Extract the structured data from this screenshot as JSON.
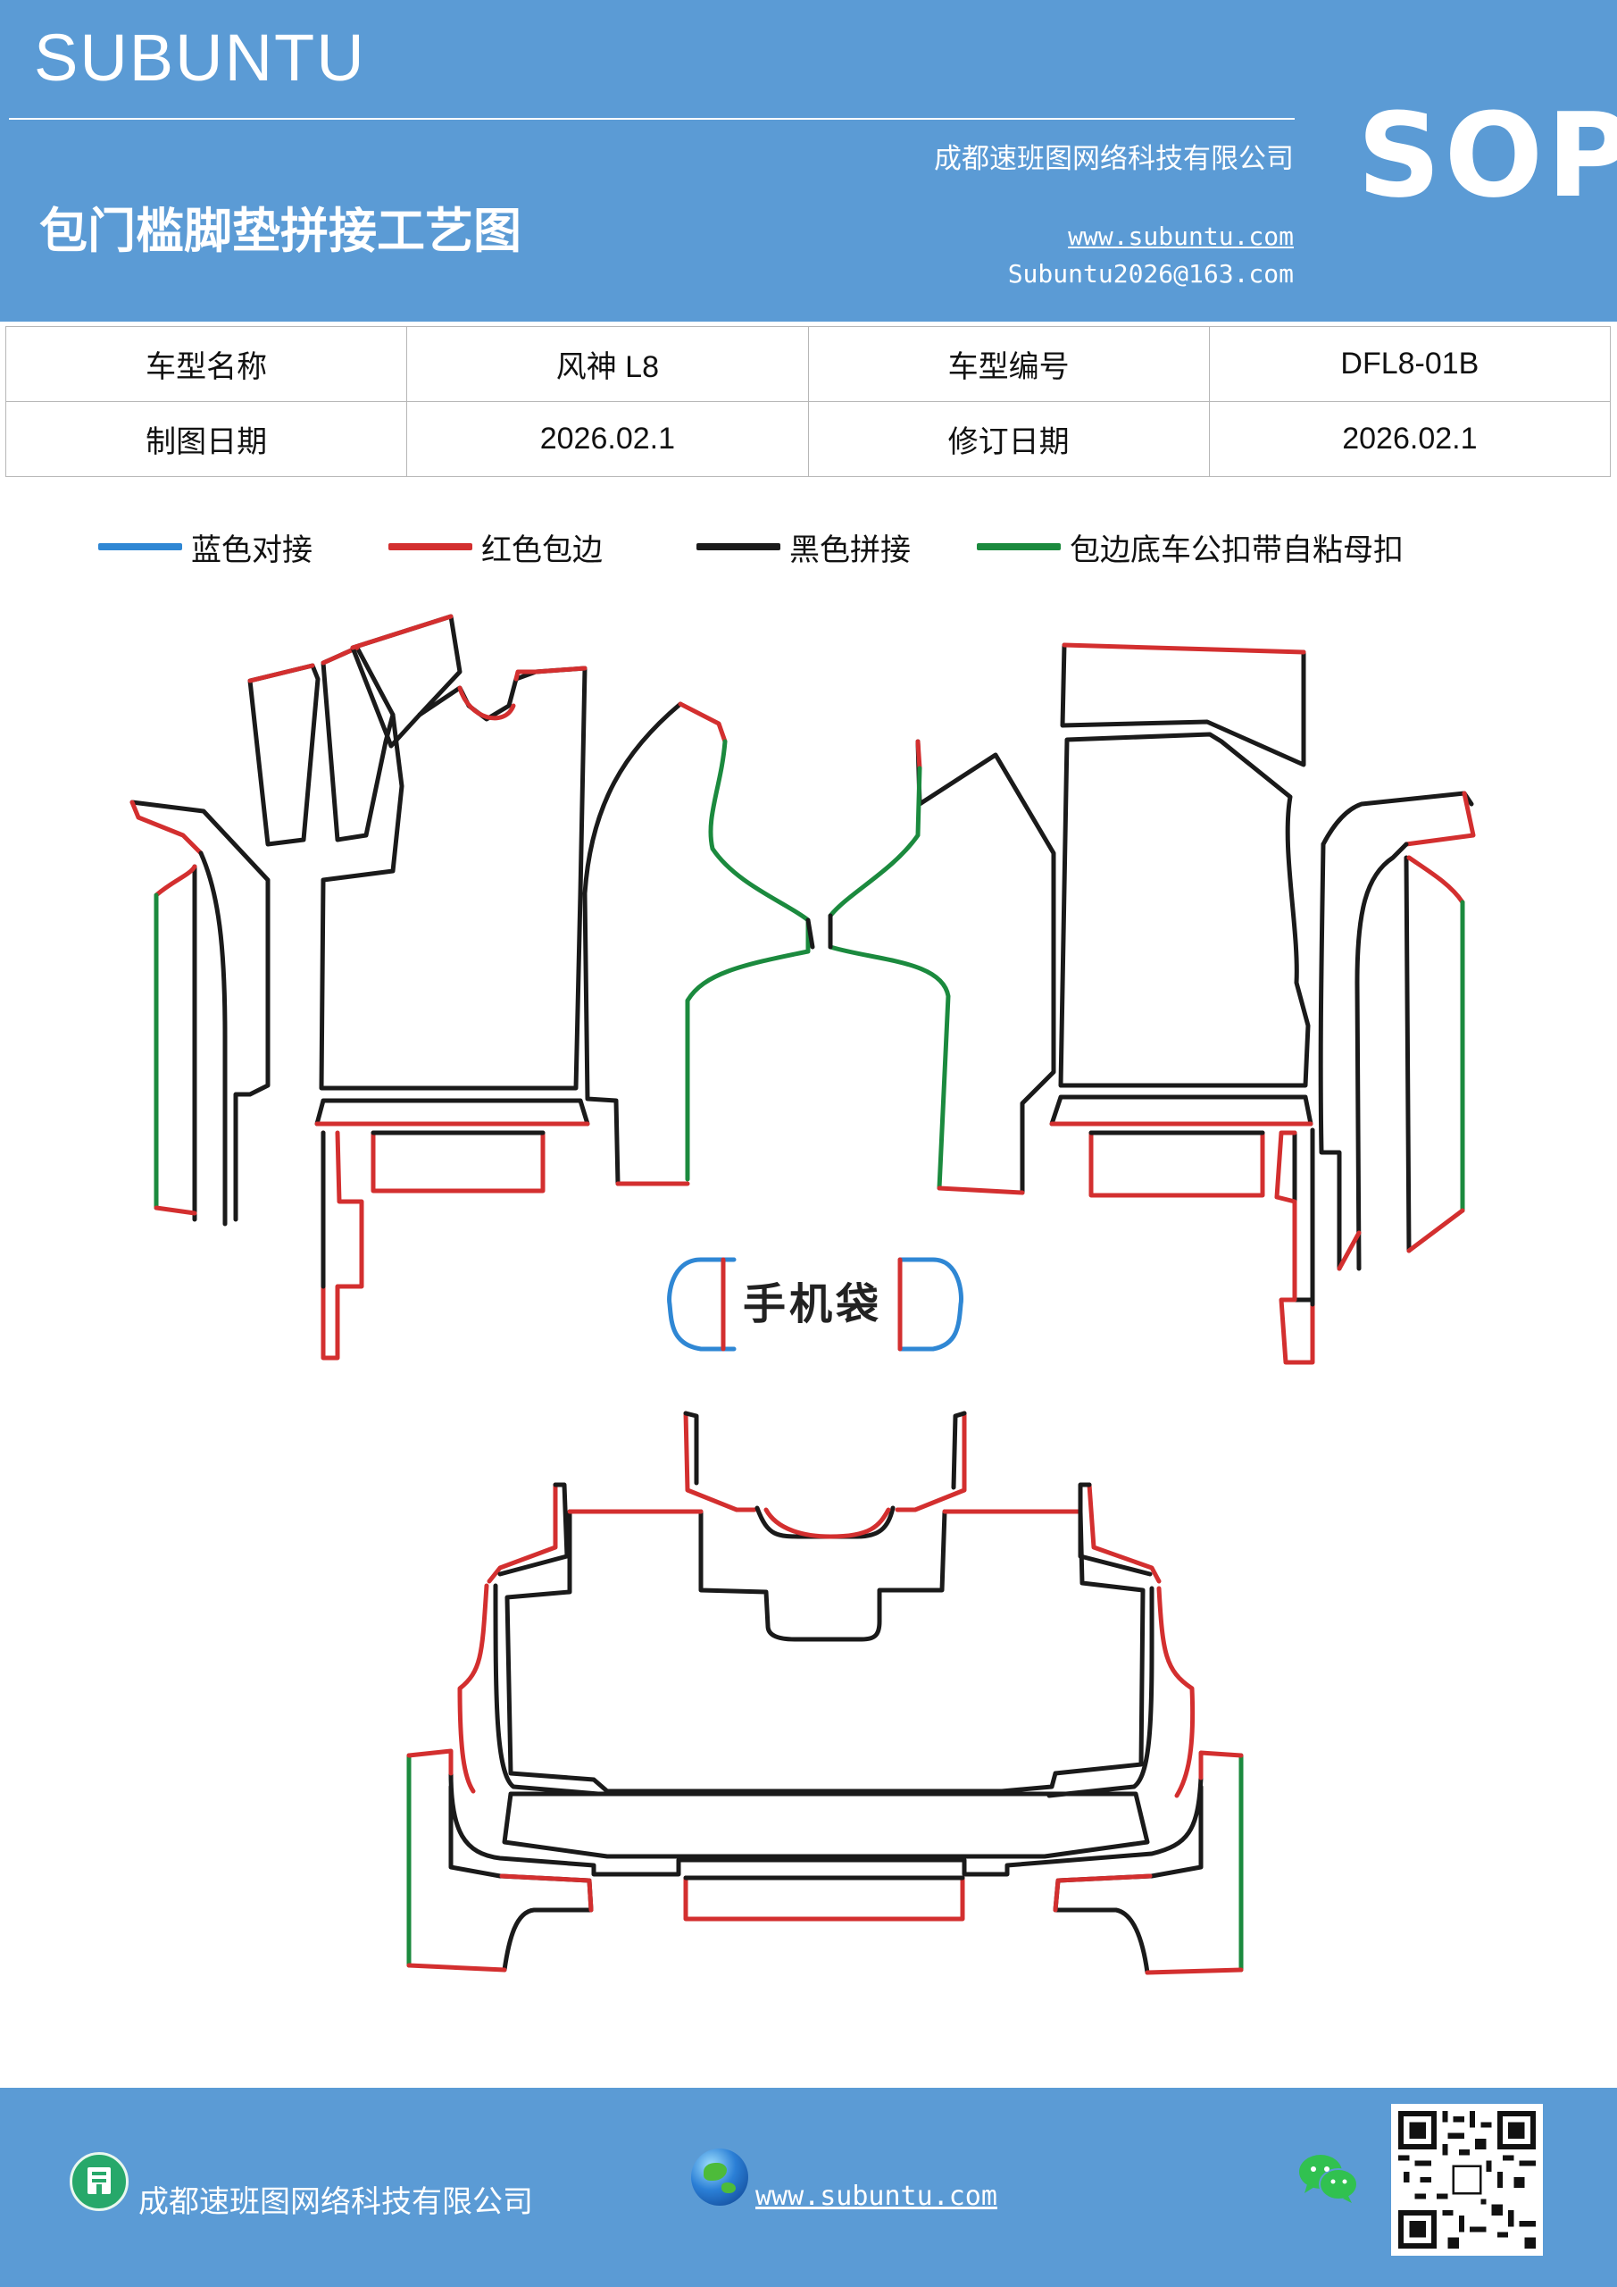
{
  "header": {
    "brand": "SUBUNTU",
    "title": "包门槛脚垫拼接工艺图",
    "company": "成都速班图网络科技有限公司",
    "website": "www.subuntu.com",
    "email": "Subuntu2026@163.com",
    "badge": "SOP"
  },
  "info_table": {
    "rows": [
      {
        "label1": "车型名称",
        "value1": "风神 L8",
        "label2": "车型编号",
        "value2": "DFL8-01B"
      },
      {
        "label1": "制图日期",
        "value1": "2026.02.1",
        "label2": "修订日期",
        "value2": "2026.02.1"
      }
    ]
  },
  "legend": [
    {
      "label": "蓝色对接",
      "color": "#2f87d4"
    },
    {
      "label": "红色包边",
      "color": "#d32f2f"
    },
    {
      "label": "黑色拼接",
      "color": "#1a1a1a"
    },
    {
      "label": "包边底车公扣带自粘母扣",
      "color": "#1b8a3e"
    }
  ],
  "drawing": {
    "phone_pocket_label": "手机袋"
  },
  "footer": {
    "company": "成都速班图网络科技有限公司",
    "website": "www.subuntu.com",
    "company_icon": "building-icon",
    "website_icon": "globe-icon",
    "wechat_icon": "wechat-icon",
    "qr_icon": "qr-code-icon"
  }
}
